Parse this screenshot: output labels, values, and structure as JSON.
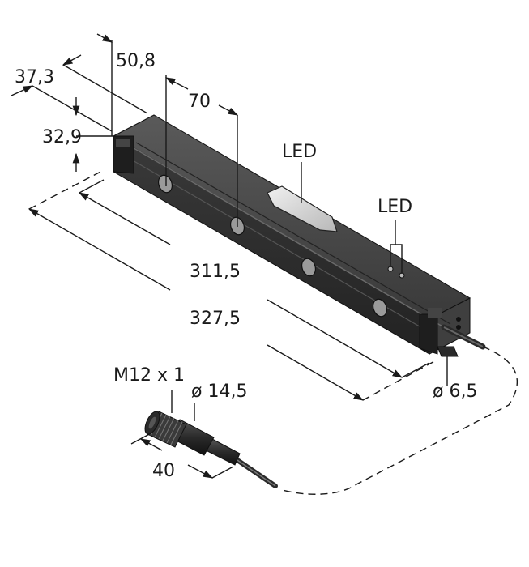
{
  "labels": {
    "w37": "37,3",
    "w50": "50,8",
    "h32": "32,9",
    "d70": "70",
    "led_top": "LED",
    "led_right": "LED",
    "len311": "311,5",
    "len327": "327,5",
    "cable_d": "ø 6,5",
    "thread": "M12 x 1",
    "conn_d": "ø 14,5",
    "conn_len": "40"
  },
  "colors": {
    "housing_dark": "#2b2b2b",
    "housing_side": "#3c3c3c",
    "housing_top": "#4a4a4a",
    "lens": "#d8d8d8",
    "line": "#1a1a1a"
  }
}
